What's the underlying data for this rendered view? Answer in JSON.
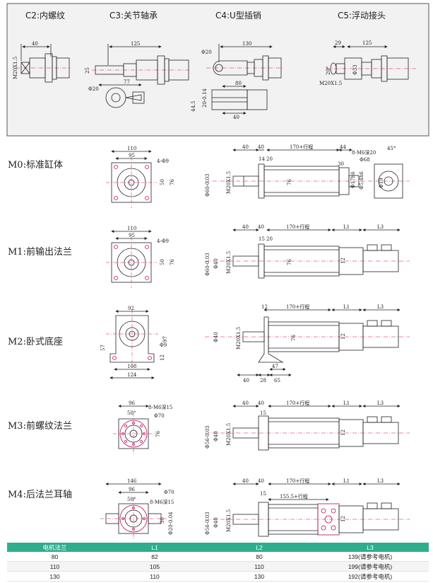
{
  "top_panel": {
    "c2": {
      "title": "C2:内螺纹",
      "dims": [
        "40",
        "M20X1.5"
      ]
    },
    "c3": {
      "title": "C3:关节轴承",
      "dims": [
        "125",
        "25",
        "77",
        "Φ20"
      ]
    },
    "c4": {
      "title": "C4:U型插销",
      "dims": [
        "130",
        "Φ20",
        "80",
        "44.5",
        "20-0.14",
        "40"
      ]
    },
    "c5": {
      "title": "C5:浮动接头",
      "dims": [
        "29",
        "125",
        "20°",
        "Φ33",
        "M20X1.5"
      ]
    }
  },
  "rows": [
    {
      "title": "M0:标准缸体",
      "front": [
        "110",
        "95",
        "4-Φ9",
        "50",
        "76"
      ],
      "side": [
        "40",
        "40",
        "14",
        "20",
        "170+行程",
        "44",
        "30",
        "Φ60-0.03",
        "M20X1.5",
        "76",
        "Φ17h6",
        "Φ5.4h6",
        "8-M6深20",
        "Φ68",
        "45°",
        "Φ19"
      ]
    },
    {
      "title": "M1:前输出法兰",
      "front": [
        "110",
        "95",
        "4-Φ9",
        "50",
        "76"
      ],
      "side": [
        "40",
        "40",
        "15",
        "20",
        "170+行程",
        "L1",
        "L3",
        "Φ60-0.03",
        "Φ40",
        "M20X1.5",
        "12",
        "76"
      ]
    },
    {
      "title": "M2:卧式底座",
      "front": [
        "92",
        "57",
        "Φ9",
        "97",
        "108",
        "124",
        "12"
      ],
      "side": [
        "12",
        "170+行程",
        "L1",
        "L3",
        "Φ40",
        "M20X1.5",
        "12",
        "40",
        "28",
        "47",
        "65",
        "76"
      ]
    },
    {
      "title": "M3:前螺纹法兰",
      "front": [
        "96",
        "50°",
        "8-M6深15",
        "Φ70",
        "76"
      ],
      "side": [
        "40",
        "40",
        "170+行程",
        "15",
        "L1",
        "L3",
        "Φ56-0.03",
        "Φ40",
        "M20X1.5",
        "12"
      ]
    },
    {
      "title": "M4:后法兰耳轴",
      "front": [
        "146",
        "96",
        "50°",
        "8-M6深15",
        "Φ70",
        "Φ20-0.04",
        "30"
      ],
      "side": [
        "40",
        "40",
        "170+行程",
        "15",
        "155.5+行程",
        "L1",
        "L3",
        "Φ56-0.03",
        "Φ40",
        "M20X1.5",
        "12"
      ]
    }
  ],
  "table": {
    "headers": [
      "电机法兰",
      "L1",
      "L2",
      "L3"
    ],
    "rows": [
      [
        "80",
        "82",
        "80",
        "139(请参考电机)"
      ],
      [
        "110",
        "105",
        "110",
        "199(请参考电机)"
      ],
      [
        "130",
        "110",
        "130",
        "192(请参考电机)"
      ]
    ]
  }
}
